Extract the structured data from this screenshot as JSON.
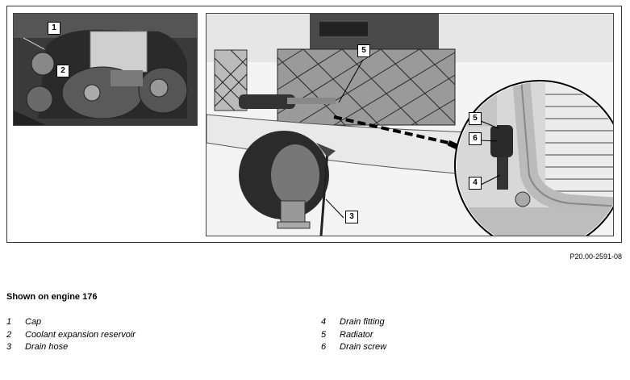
{
  "figure": {
    "callouts_left": [
      "1",
      "2"
    ],
    "callouts_right": [
      "5",
      "3"
    ],
    "callouts_inset": [
      "5",
      "6",
      "4"
    ],
    "reference": "P20.00-2591-08"
  },
  "caption": {
    "heading": "Shown on engine 176"
  },
  "legend": {
    "left": [
      {
        "num": "1",
        "label": "Cap"
      },
      {
        "num": "2",
        "label": "Coolant expansion reservoir"
      },
      {
        "num": "3",
        "label": "Drain hose"
      }
    ],
    "right": [
      {
        "num": "4",
        "label": "Drain fitting"
      },
      {
        "num": "5",
        "label": "Radiator"
      },
      {
        "num": "6",
        "label": "Drain screw"
      }
    ]
  }
}
